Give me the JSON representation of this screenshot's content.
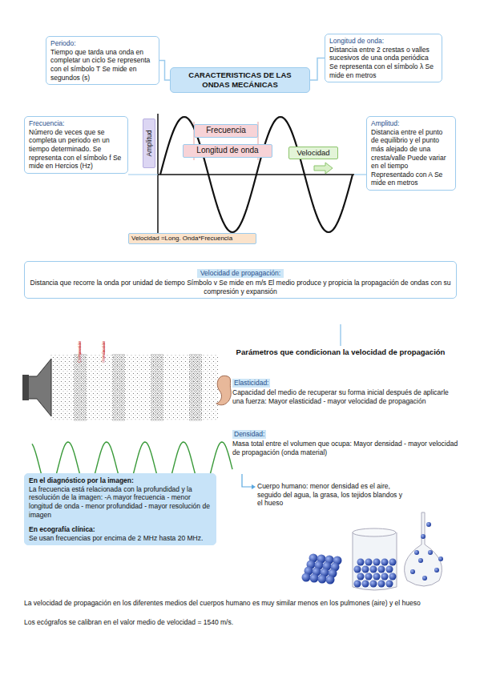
{
  "diagram": {
    "nodes": [
      {
        "text": [
          "Periodo:",
          "Tiempo que tarda una onda en completar un ciclo Se representa con el símbolo T Se mide en segundos (s)"
        ]
      },
      {
        "text": [
          "CARACTERISTICAS DE LAS ONDAS MECÁNICAS"
        ]
      },
      {
        "text": [
          "Longitud de onda:",
          "Distancia entre 2 crestas o valles sucesivos de una onda periódica Se representa con el símbolo λ Se mide en metros"
        ]
      },
      {
        "text": [
          "Frecuencia:",
          "Número de veces que se completa un periodo en un tiempo determinado. Se representa con el símbolo f Se mide en Hercios (Hz)"
        ]
      },
      {
        "text": [
          "Amplitud:",
          "Distancia entre el punto de equilibrio y el punto más alejado de una cresta/valle Puede variar en el tiempo Representado con A Se mide en metros"
        ]
      },
      {
        "text": [
          "Amplitud"
        ]
      },
      {
        "text": [
          "Frecuencia"
        ]
      },
      {
        "text": [
          "Longitud de onda"
        ]
      },
      {
        "text": [
          "Velocidad"
        ]
      },
      {
        "text": [
          "Velocidad =Long. Onda*Frecuencia"
        ]
      },
      {
        "text": [
          "Velocidad de propagación:",
          "Distancia que recorre la onda por unidad de tiempo Símbolo v Se mide en m/s El medio produce y propicia la propagación de ondas con su compresión y expansión"
        ]
      },
      {
        "text": [
          "En el diagnóstico por la imagen:",
          "La frecuencia está relacionada con la profundidad y la resolución de la imagen: -A mayor frecuencia - menor longitud de onda - menor profundidad - mayor resolución de imagen",
          "En ecografía clínica:",
          "Se usan frecuencias por encima de 2 MHz hasta 20 MHz."
        ]
      }
    ],
    "edges": [
      {
        "from": 0,
        "to": 1,
        "arrow": "none"
      },
      {
        "from": 1,
        "to": 2,
        "arrow": "none"
      }
    ],
    "labels": [
      "Compresión",
      "Rarefacción",
      "Parámetros que condicionan la velocidad de propagación",
      "Elasticidad:",
      "Capacidad del medio de recuperar su forma inicial después de aplicarle una fuerza: Mayor elasticidad - mayor velocidad de propagación",
      "Densidad:",
      "Masa total entre el volumen que ocupa: Mayor densidad - mayor velocidad de propagación (onda material)",
      "Cuerpo humano: menor densidad es el aire, seguido del agua, la grasa, los tejidos blandos y el hueso",
      "La velocidad de propagación en los diferentes medios del cuerpos humano es muy similar menos en los pulmones (aire) y el hueso",
      "Los ecógrafos se calibran en el valor medio de velocidad = 1540 m/s."
    ]
  }
}
